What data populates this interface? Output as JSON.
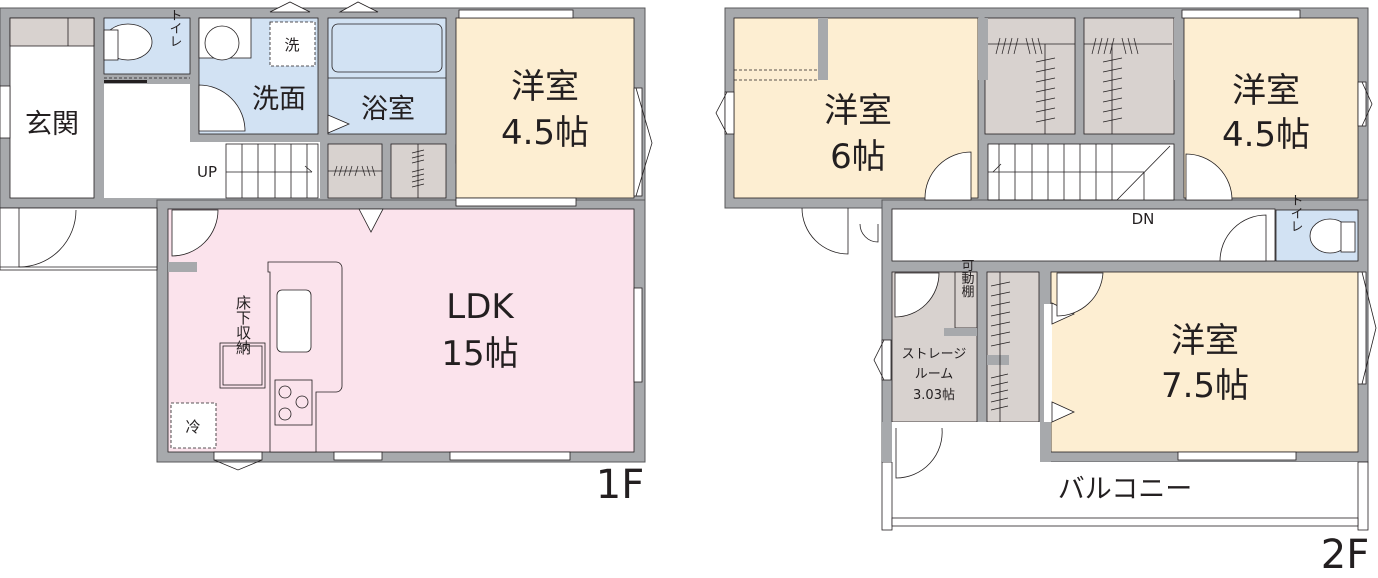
{
  "colors": {
    "wall": "#a7a9ac",
    "wall_outline": "#58595b",
    "western_room": "#fdeed2",
    "ldk": "#fbe3ec",
    "wet_area": "#d2e2f3",
    "storage": "#d8d2cf",
    "line": "#231f20"
  },
  "floor1": {
    "label": "1F",
    "rooms": {
      "entrance": {
        "name": "玄関"
      },
      "toilet": {
        "name": "トイレ"
      },
      "washroom": {
        "name": "洗面"
      },
      "washer": {
        "name": "洗"
      },
      "bathroom": {
        "name": "浴室"
      },
      "western_room": {
        "name": "洋室",
        "size": "4.5帖"
      },
      "ldk": {
        "name": "LDK",
        "size": "15帖"
      },
      "underfloor_storage": {
        "name": "床下収納"
      },
      "fridge": {
        "name": "冷"
      }
    },
    "stairs_label": "UP"
  },
  "floor2": {
    "label": "2F",
    "rooms": {
      "western_room_6": {
        "name": "洋室",
        "size": "6帖"
      },
      "western_room_45": {
        "name": "洋室",
        "size": "4.5帖"
      },
      "western_room_75": {
        "name": "洋室",
        "size": "7.5帖"
      },
      "toilet": {
        "name": "トイレ"
      },
      "storage_room": {
        "name_line1": "ストレージ",
        "name_line2": "ルーム",
        "size": "3.03帖"
      },
      "movable_shelf": {
        "name": "可動棚"
      },
      "balcony": {
        "name": "バルコニー"
      }
    },
    "stairs_label": "DN"
  }
}
